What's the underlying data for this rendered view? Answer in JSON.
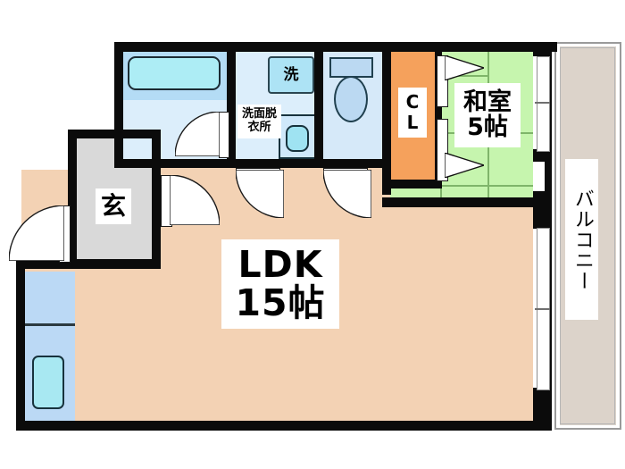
{
  "plan": {
    "type": "japanese-apartment-floorplan",
    "layout_code": "1LDK",
    "background": "#FFFFFF"
  },
  "rooms": [
    {
      "id": "ldk",
      "name_line1": "LDK",
      "name_line2": "15帖",
      "label": "LDK 15帖",
      "size_jo": 15,
      "color": "#F3D2B4"
    },
    {
      "id": "washitsu",
      "name_line1": "和室",
      "name_line2": "5帖",
      "label": "和室 5帖",
      "size_jo": 5,
      "color": "#C6F5AE"
    },
    {
      "id": "genkan",
      "label": "玄",
      "full_name": "玄関",
      "color": "#D9D9D9"
    },
    {
      "id": "closet",
      "label_line1": "C",
      "label_line2": "L",
      "label": "CL",
      "color": "#F5A15C"
    },
    {
      "id": "washroom",
      "name_line1": "洗面脱",
      "name_line2": "衣所",
      "label": "洗面脱衣所",
      "color": "#DCEEFB"
    },
    {
      "id": "bathroom",
      "label": "",
      "color": "#DCEEFB"
    },
    {
      "id": "toilet",
      "label": "",
      "color": "#D6E9F9"
    },
    {
      "id": "balcony",
      "label": "バルコニー",
      "color": "#DCD3CA"
    }
  ],
  "fixtures": {
    "bathtub": "bathtub",
    "washing_machine": "洗",
    "washbasin": "washbasin",
    "toilet": "toilet",
    "kitchen_sink": "kitchen-sink",
    "kitchen_counter": "kitchen-counter"
  },
  "colors": {
    "wall": "#0B0B0B",
    "ldk_floor": "#F3D2B4",
    "tatami": "#C6F5AE",
    "closet": "#F5A15C",
    "water_area": "#DCEEFB",
    "balcony": "#DCD3CA",
    "genkan": "#D9D9D9",
    "kitchen": "#BBD9F5"
  }
}
